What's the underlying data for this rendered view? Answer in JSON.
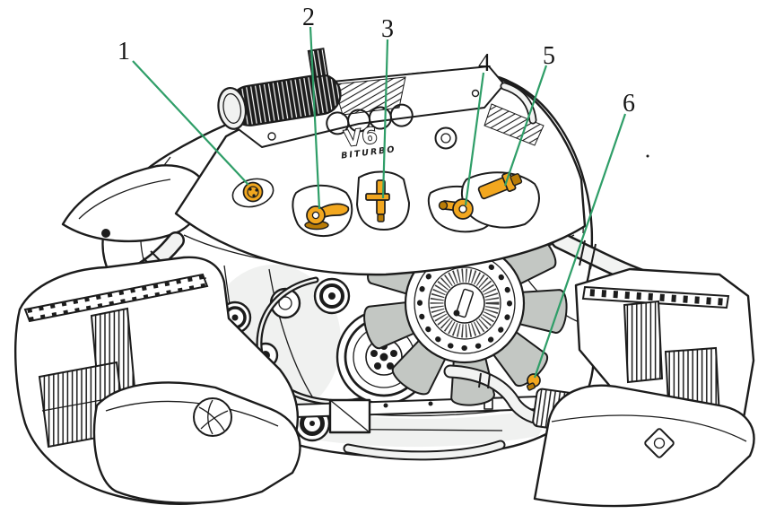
{
  "diagram": {
    "engine_cover": {
      "logo_main": "V6",
      "logo_sub": "BITURBO"
    },
    "callouts": [
      {
        "number": "1"
      },
      {
        "number": "2"
      },
      {
        "number": "3"
      },
      {
        "number": "4"
      },
      {
        "number": "5"
      },
      {
        "number": "6"
      }
    ]
  },
  "colors": {
    "background": "#ffffff",
    "line": "#1c1c1c",
    "leader": "#2f9e68",
    "sensor": "#f2a71f",
    "sensor_dark": "#b97c07",
    "blade": "#c3c7c3",
    "shade": "#e9ebe9",
    "mid_grey": "#d7dad7"
  }
}
